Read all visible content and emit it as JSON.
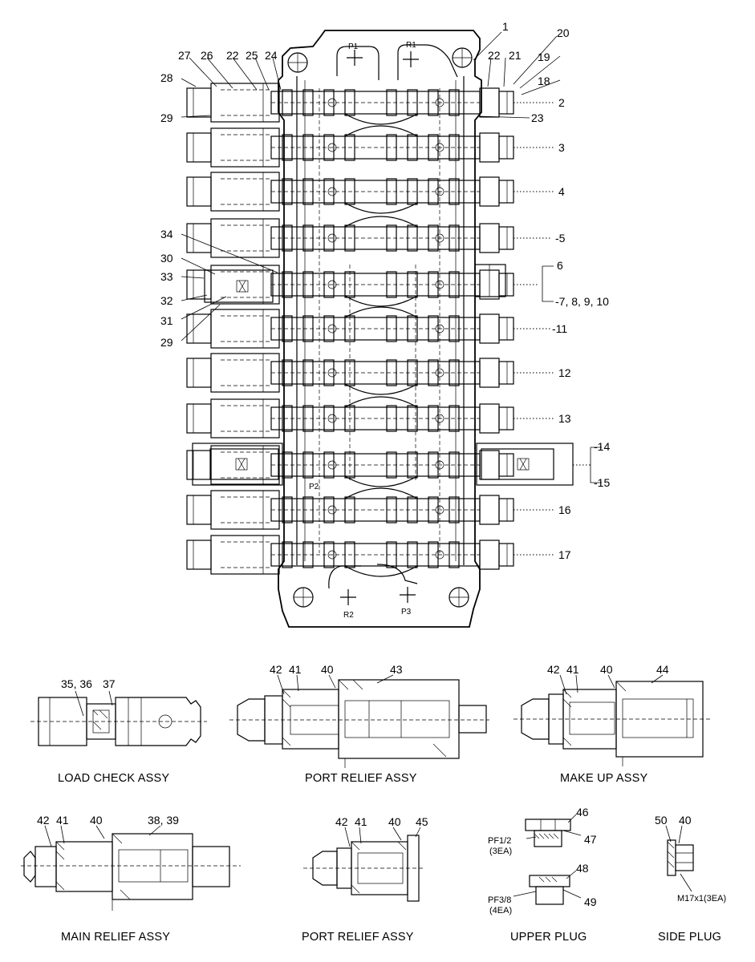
{
  "main_view": {
    "ports": [
      "P1",
      "R1",
      "P2",
      "R2",
      "P3"
    ],
    "callouts": [
      "1",
      "2",
      "3",
      "4",
      "-5",
      "6",
      "-7, 8, 9, 10",
      "-11",
      "12",
      "13",
      "-14",
      "-15",
      "16",
      "17",
      "18",
      "19",
      "20",
      "21",
      "22",
      "22",
      "23",
      "24",
      "25",
      "26",
      "27",
      "28",
      "29",
      "29",
      "30",
      "31",
      "32",
      "33",
      "34"
    ]
  },
  "assemblies": [
    {
      "caption": "LOAD CHECK ASSY",
      "callouts": [
        "35, 36",
        "37"
      ]
    },
    {
      "caption": "PORT RELIEF ASSY",
      "callouts": [
        "42",
        "41",
        "40",
        "43"
      ]
    },
    {
      "caption": "MAKE UP ASSY",
      "callouts": [
        "42",
        "41",
        "40",
        "44"
      ]
    },
    {
      "caption": "MAIN RELIEF ASSY",
      "callouts": [
        "42",
        "41",
        "40",
        "38, 39"
      ]
    },
    {
      "caption": "PORT RELIEF ASSY",
      "callouts": [
        "42",
        "41",
        "40",
        "45"
      ]
    },
    {
      "caption": "UPPER PLUG",
      "callouts": [
        "46",
        "47",
        "PF1/2",
        "(3EA)",
        "48",
        "49",
        "PF3/8",
        "(4EA)"
      ]
    },
    {
      "caption": "SIDE PLUG",
      "callouts": [
        "50",
        "40",
        "M17x1(3EA)"
      ]
    }
  ]
}
